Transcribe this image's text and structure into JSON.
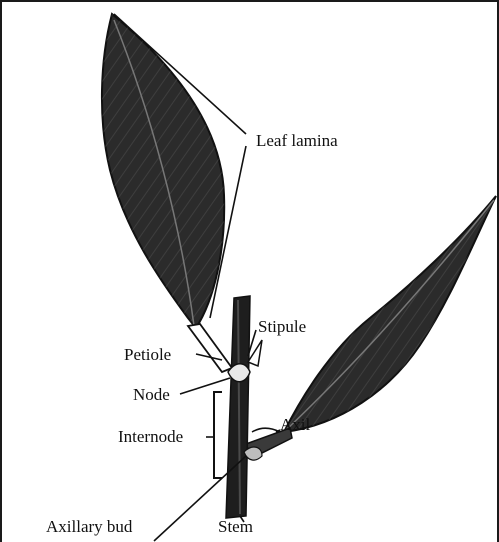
{
  "diagram": {
    "labels": {
      "leaf_lamina": "Leaf lamina",
      "stipule": "Stipule",
      "petiole": "Petiole",
      "node": "Node",
      "axil": "Axil",
      "internode": "Internode",
      "axillary_bud": "Axillary bud",
      "stem": "Stem"
    },
    "colors": {
      "leaf": "#2b2b2b",
      "leaf_vein": "#5a5a5a",
      "stem": "#1e1e1e",
      "line": "#111111",
      "border": "#1a1a1a",
      "background": "#ffffff"
    }
  }
}
